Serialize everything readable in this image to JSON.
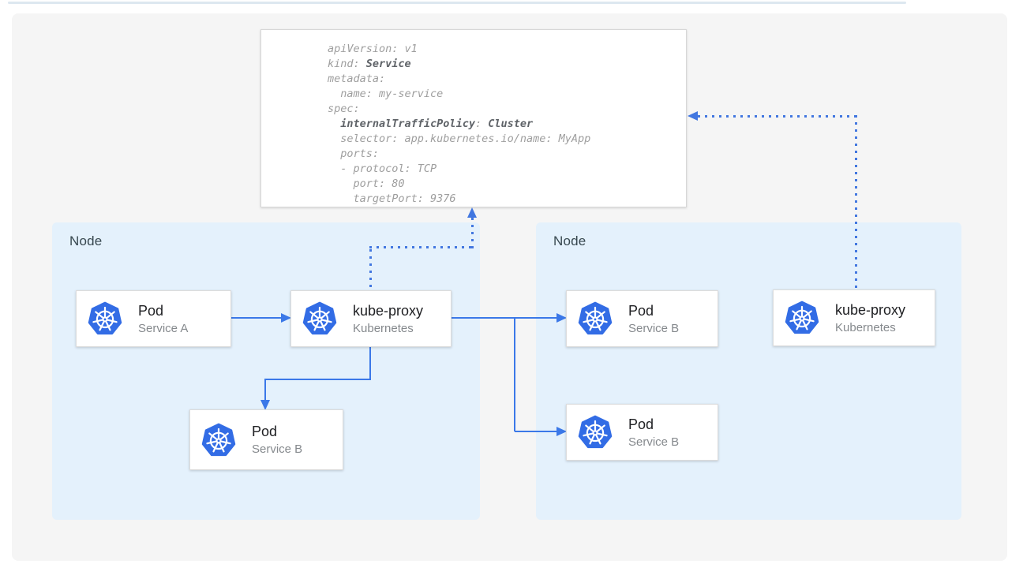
{
  "yaml_panel": {
    "lines": [
      {
        "segments": [
          {
            "text": "apiVersion: v1",
            "bold": false
          }
        ]
      },
      {
        "segments": [
          {
            "text": "kind: ",
            "bold": false
          },
          {
            "text": "Service",
            "bold": true
          }
        ]
      },
      {
        "segments": [
          {
            "text": "metadata:",
            "bold": false
          }
        ]
      },
      {
        "segments": [
          {
            "text": "  name: my-service",
            "bold": false
          }
        ]
      },
      {
        "segments": [
          {
            "text": "spec:",
            "bold": false
          }
        ]
      },
      {
        "segments": [
          {
            "text": "  ",
            "bold": false
          },
          {
            "text": "internalTrafficPolicy",
            "bold": true
          },
          {
            "text": ": ",
            "bold": false
          },
          {
            "text": "Cluster",
            "bold": true
          }
        ]
      },
      {
        "segments": [
          {
            "text": "  selector: app.kubernetes.io/name: MyApp",
            "bold": false
          }
        ]
      },
      {
        "segments": [
          {
            "text": "  ports:",
            "bold": false
          }
        ]
      },
      {
        "segments": [
          {
            "text": "  - protocol: TCP",
            "bold": false
          }
        ]
      },
      {
        "segments": [
          {
            "text": "    port: 80",
            "bold": false
          }
        ]
      },
      {
        "segments": [
          {
            "text": "    targetPort: 9376",
            "bold": false
          }
        ]
      }
    ]
  },
  "nodes": [
    {
      "label": "Node"
    },
    {
      "label": "Node"
    }
  ],
  "cards": [
    {
      "title": "Pod",
      "subtitle": "Service A"
    },
    {
      "title": "kube-proxy",
      "subtitle": "Kubernetes"
    },
    {
      "title": "Pod",
      "subtitle": "Service B"
    },
    {
      "title": "Pod",
      "subtitle": "Service B"
    },
    {
      "title": "Pod",
      "subtitle": "Service B"
    },
    {
      "title": "kube-proxy",
      "subtitle": "Kubernetes"
    }
  ],
  "icons": [
    {
      "name": "kubernetes-logo-icon",
      "description": "blue heptagon with white ship wheel"
    }
  ],
  "colors": {
    "arrow_solid": "#3b78e8",
    "arrow_dotted": "#4277e0",
    "node_background": "#e4f1fc",
    "panel_background": "#f5f5f5",
    "kubernetes_blue": "#326ce5",
    "yaml_text": "#9e9e9e",
    "yaml_bold_text": "#5f6368"
  }
}
